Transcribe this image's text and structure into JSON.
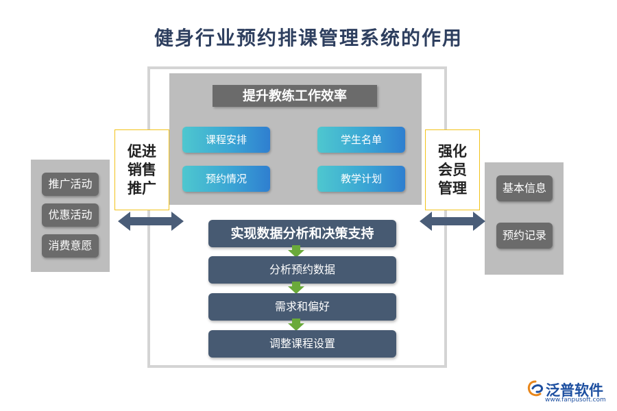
{
  "title": "健身行业预约排课管理系统的作用",
  "center_top": {
    "label": "提升教练工作效率",
    "items": [
      "课程安排",
      "学生名单",
      "预约情况",
      "教学计划"
    ]
  },
  "left": {
    "label_lines": [
      "促进",
      "销售",
      "推广"
    ],
    "items": [
      "推广活动",
      "优惠活动",
      "消费意愿"
    ]
  },
  "right": {
    "label_lines": [
      "强化",
      "会员",
      "管理"
    ],
    "items": [
      "基本信息",
      "预约记录"
    ]
  },
  "flow": {
    "header": "实现数据分析和决策支持",
    "steps": [
      "分析预约数据",
      "需求和偏好",
      "调整课程设置"
    ]
  },
  "logo": {
    "name": "泛普软件",
    "url": "www.fanpusoft.com"
  },
  "colors": {
    "title": "#2e3f5f",
    "flow_box": "#475a72",
    "arrow_green": "#6aaa3a",
    "teal": "#3aa5d4",
    "panel_gray": "#bdbdbd",
    "label_dark": "#6b6b6b",
    "yellow_border": "#f2c21a",
    "double_arrow": "#4a5d78"
  }
}
